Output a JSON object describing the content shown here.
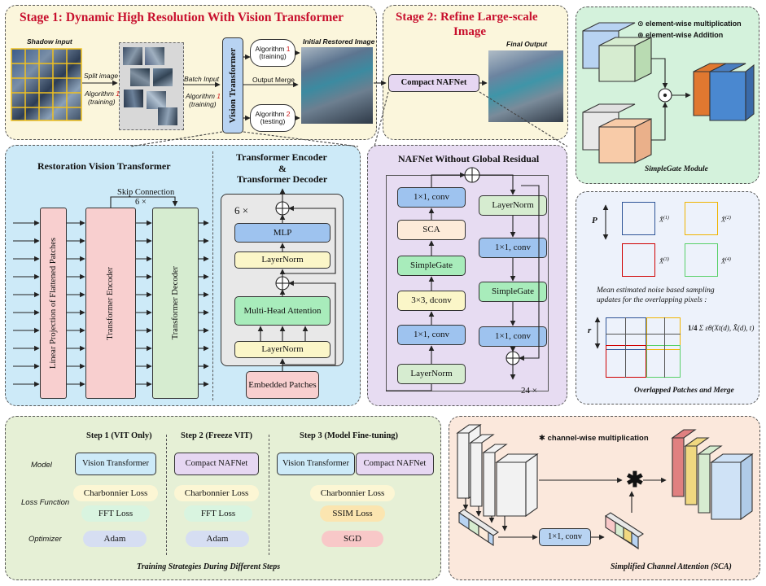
{
  "stage1": {
    "title": "Stage 1: Dynamic High Resolution With Vision Transformer",
    "shadow_input": "Shadow input",
    "split_image": "Split image",
    "algo1_a": "Algorithm ",
    "algo_num1": "1",
    "training": "(training)",
    "batch_input": "Batch Input",
    "vit_label": "Vision Transformer",
    "algo1_training_a": "Algorithm ",
    "algo1_training_num": "1",
    "algo1_training_b": "(training)",
    "output_merge": "Output Merge",
    "algo2_a": "Algorithm ",
    "algo2_num": "2",
    "algo2_b": "(testing)",
    "initial_restored": "Initial Restored Image"
  },
  "stage2": {
    "title_line1": "Stage 2: Refine Large-scale",
    "title_line2": "Image",
    "compact_nafnet": "Compact NAFNet",
    "final_output": "Final Output"
  },
  "rvt": {
    "title": "Restoration Vision Transformer",
    "skip_connection": "Skip Connection",
    "skip_times": "6 ×",
    "linear_projection": "Linear Projection of Flattened Patches",
    "transformer_encoder": "Transformer Encoder",
    "transformer_decoder": "Transformer Decoder"
  },
  "encdec": {
    "title_line1": "Transformer Encoder",
    "title_line2": "&",
    "title_line3": "Transformer Decoder",
    "times": "6 ×",
    "mlp": "MLP",
    "layernorm_top": "LayerNorm",
    "mha": "Multi-Head Attention",
    "layernorm_bottom": "LayerNorm",
    "embedded_patches": "Embedded Patches"
  },
  "nafnet": {
    "title": "NAFNet Without Global Residual",
    "left": [
      "1×1, conv",
      "SCA",
      "SimpleGate",
      "3×3, dconv",
      "1×1, conv",
      "LayerNorm"
    ],
    "right": [
      "LayerNorm",
      "1×1, conv",
      "SimpleGate",
      "1×1, conv"
    ],
    "times": "24 ×"
  },
  "simplegate": {
    "legend_mul": "element-wise multiplication",
    "legend_add": "element-wise Addition",
    "caption": "SimpleGate Module"
  },
  "overlap": {
    "p_label": "P",
    "r_label": "r",
    "x1": "X̂",
    "sup1": "(1)",
    "sup2": "(2)",
    "sup3": "(3)",
    "sup4": "(4)",
    "note_line1": "Mean estimated noise based sampling",
    "note_line2": "updates for the overlapping pixels :",
    "formula_frac": "1/4",
    "formula_body": "Σ εθ(Xt(d), X̂(d), t)",
    "caption": "Overlapped Patches and Merge"
  },
  "training": {
    "step1": "Step 1 (VIT Only)",
    "step2": "Step 2 (Freeze VIT)",
    "step3": "Step 3 (Model Fine-tuning)",
    "row_model": "Model",
    "row_loss": "Loss Function",
    "row_opt": "Optimizer",
    "s1_model": "Vision Transformer",
    "s2_model": "Compact NAFNet",
    "s3_model_a": "Vision Transformer",
    "s3_model_b": "Compact NAFNet",
    "s1_loss1": "Charbonnier Loss",
    "s1_loss2": "FFT Loss",
    "s2_loss1": "Charbonnier Loss",
    "s2_loss2": "FFT Loss",
    "s3_loss1": "Charbonnier Loss",
    "s3_loss2": "SSIM Loss",
    "s1_opt": "Adam",
    "s2_opt": "Adam",
    "s3_opt": "SGD",
    "caption": "Training Strategies During Different Steps"
  },
  "sca": {
    "legend": "channel-wise multiplication",
    "conv": "1×1, conv",
    "caption": "Simplified Channel Attention (SCA)"
  },
  "colors": {
    "stage_bg": "#fbf6dc",
    "rvt_bg": "#cdeaf8",
    "naf_bg": "#e7dcf2",
    "gate_bg": "#d4f2dc",
    "train_bg": "#e6f0d6",
    "sca_bg": "#fbe8dc",
    "title_red": "#c8102e",
    "blue_box": "#b8d3f2",
    "pink_box": "#f6c8c8",
    "green_box": "#d6ecd0",
    "purple_box": "#e6d7f2"
  }
}
